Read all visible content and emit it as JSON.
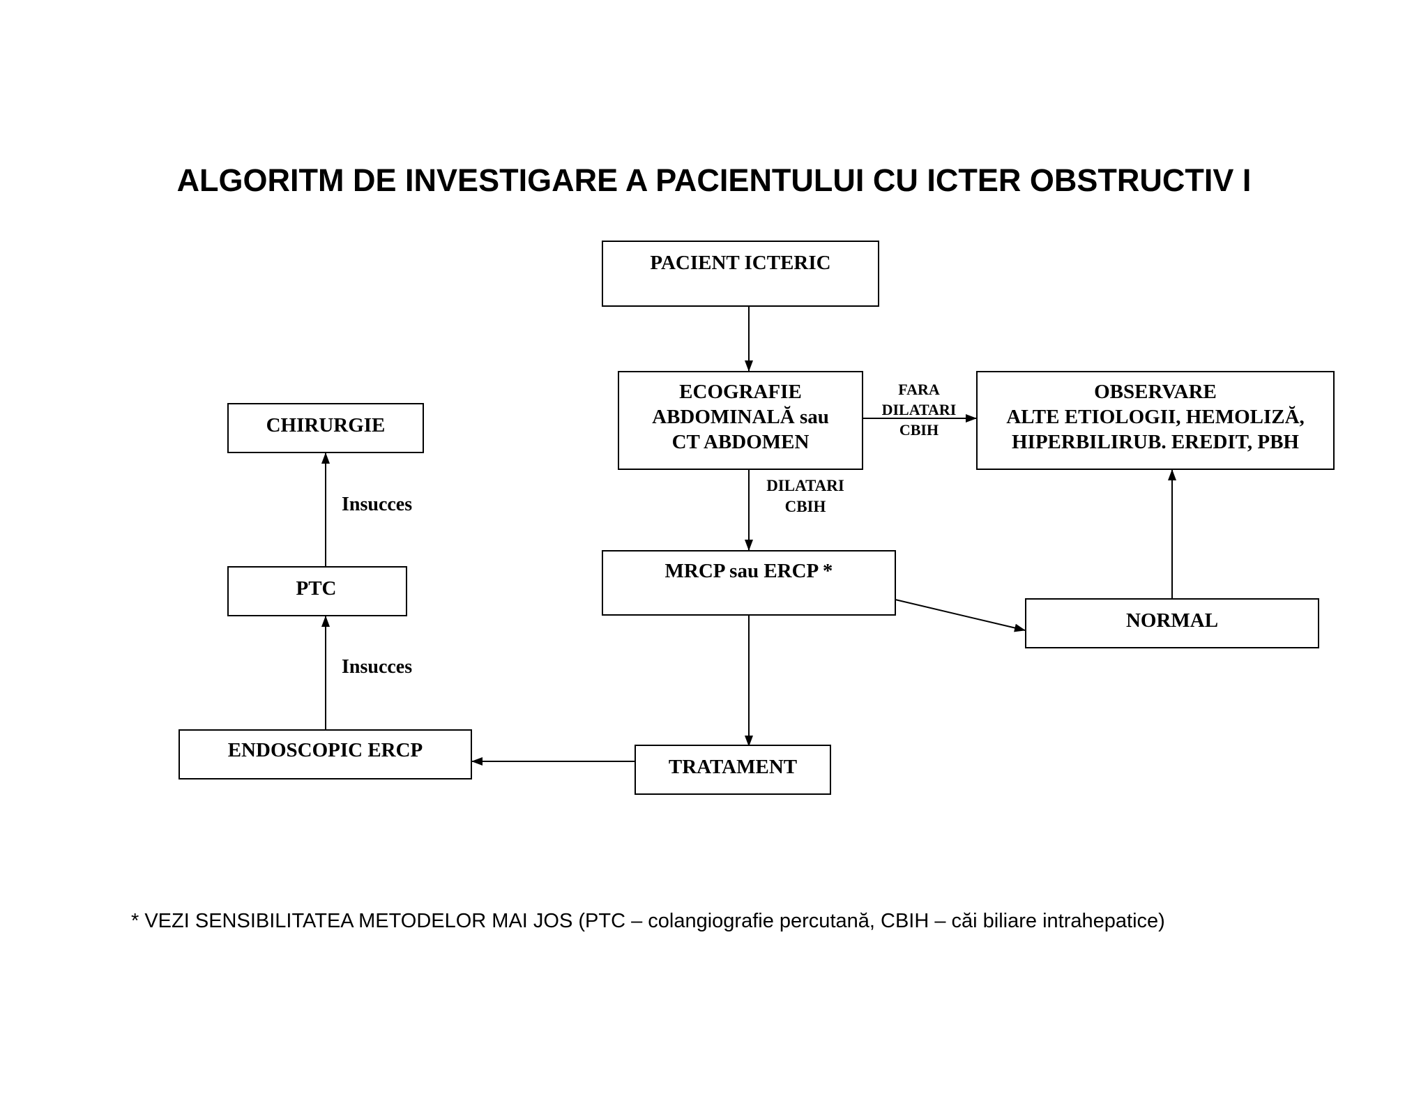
{
  "title": "ALGORITM DE INVESTIGARE A PACIENTULUI CU ICTER OBSTRUCTIV I",
  "nodes": {
    "pacient_icteric": [
      "PACIENT ICTERIC"
    ],
    "ecografie": [
      "ECOGRAFIE",
      "ABDOMINALĂ sau",
      "CT ABDOMEN"
    ],
    "observare": [
      "OBSERVARE",
      "ALTE ETIOLOGII, HEMOLIZĂ,",
      "HIPERBILIRUB. EREDIT, PBH"
    ],
    "chirurgie": [
      "CHIRURGIE"
    ],
    "ptc": [
      "PTC"
    ],
    "mrcp_ercp": [
      "MRCP sau ERCP *"
    ],
    "normal": [
      "NORMAL"
    ],
    "endoscopic_ercp": [
      "ENDOSCOPIC ERCP"
    ],
    "tratament": [
      "TRATAMENT"
    ]
  },
  "edge_labels": {
    "fara_dilatari": [
      "FARA",
      "DILATARI",
      "CBIH"
    ],
    "dilatari": [
      "DILATARI",
      "CBIH"
    ],
    "insucces_upper": "Insucces",
    "insucces_lower": "Insucces"
  },
  "footnote": "* VEZI SENSIBILITATEA METODELOR MAI JOS (PTC – colangiografie percutană, CBIH – căi biliare intrahepatice)"
}
